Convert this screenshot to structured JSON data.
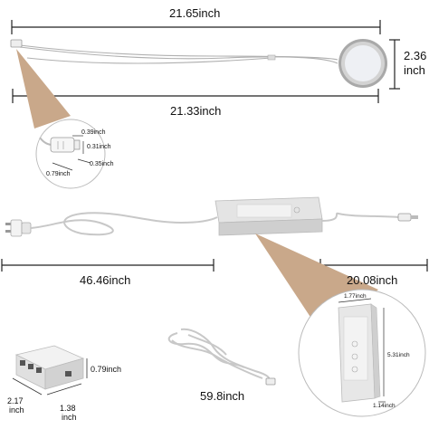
{
  "dimensions": {
    "top_width": "21.65inch",
    "light_height": "2.36inch",
    "lower_width": "21.33inch",
    "connector_width": "0.39inch",
    "connector_side": "0.31inch",
    "connector_depth": "0.35inch",
    "connector_length": "0.79inch",
    "input_cable_length": "46.46inch",
    "output_cable_length": "20.08inch",
    "driver_width": "1.77inch",
    "driver_length": "5.31inch",
    "driver_thickness": "1.14inch",
    "hub_height": "0.79inch",
    "hub_width": "2.17inch",
    "hub_depth": "1.38inch",
    "extension_length": "59.8inch"
  },
  "colors": {
    "callout": "#c9a88a",
    "cable": "#c8c8c8",
    "driver_body": "#d9d9d9",
    "light_ring": "#b9b9b9",
    "light_lens": "#eef0f4"
  }
}
